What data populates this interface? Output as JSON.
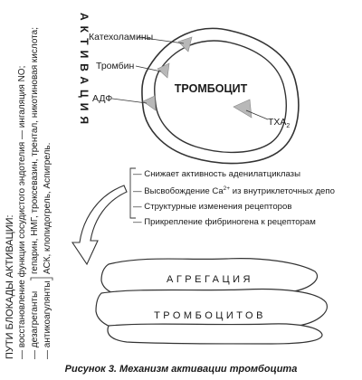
{
  "activation_title": "АКТИВАЦИЯ",
  "platelet_label": "ТРОМБОЦИТ",
  "activators": {
    "catecholamines": "Катехоламины",
    "thrombin": "Тромбин",
    "adp": "АДФ",
    "txa2": "ТХА",
    "txa2_subscript": "2"
  },
  "effects": [
    {
      "text": "— Снижает активность аденилатциклазы"
    },
    {
      "text": "— Высвобождение Ca",
      "sup": "2+",
      "tail": " из внутриклеточных депо"
    },
    {
      "text": "— Структурные изменения рецепторов"
    },
    {
      "text": "— Прикрепление фибриногена к рецепторам"
    }
  ],
  "aggregation": {
    "word1": "АГРЕГАЦИЯ",
    "word2": "ТРОМБОЦИТОВ"
  },
  "blockade": {
    "title": "ПУТИ БЛОКАДЫ АКТИВАЦИИ:",
    "line1": "— восстановление функции сосудистого эндотелия — ингаляция NO;",
    "disaggregants_label": "— дезагреганты",
    "disaggregants_items": "гепарин, НМГ, троксевазин, трентал, никотиновая кислота;",
    "anticoagulants_label": "— антикоагулянты",
    "anticoagulants_items": "АСК, клопидогрель, Аспигрель."
  },
  "caption": "Рисунок 3. Механизм активации тромбоцита"
}
